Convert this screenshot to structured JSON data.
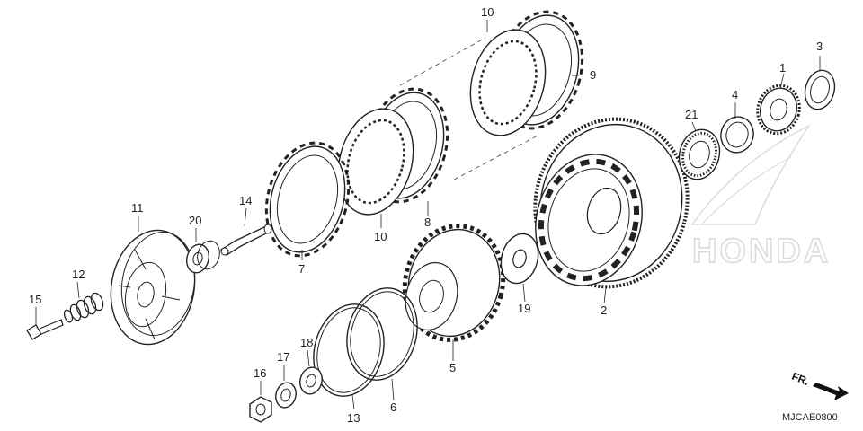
{
  "diagram": {
    "code": "MJCAE0800",
    "direction": "FR.",
    "watermark": "HONDA",
    "callouts": [
      "1",
      "2",
      "3",
      "4",
      "5",
      "6",
      "7",
      "8",
      "9",
      "10",
      "10",
      "11",
      "12",
      "13",
      "14",
      "15",
      "16",
      "17",
      "18",
      "19",
      "20",
      "21"
    ]
  },
  "colors": {
    "line": "#222222",
    "watermark": "#d4d4d4",
    "background": "#ffffff"
  }
}
